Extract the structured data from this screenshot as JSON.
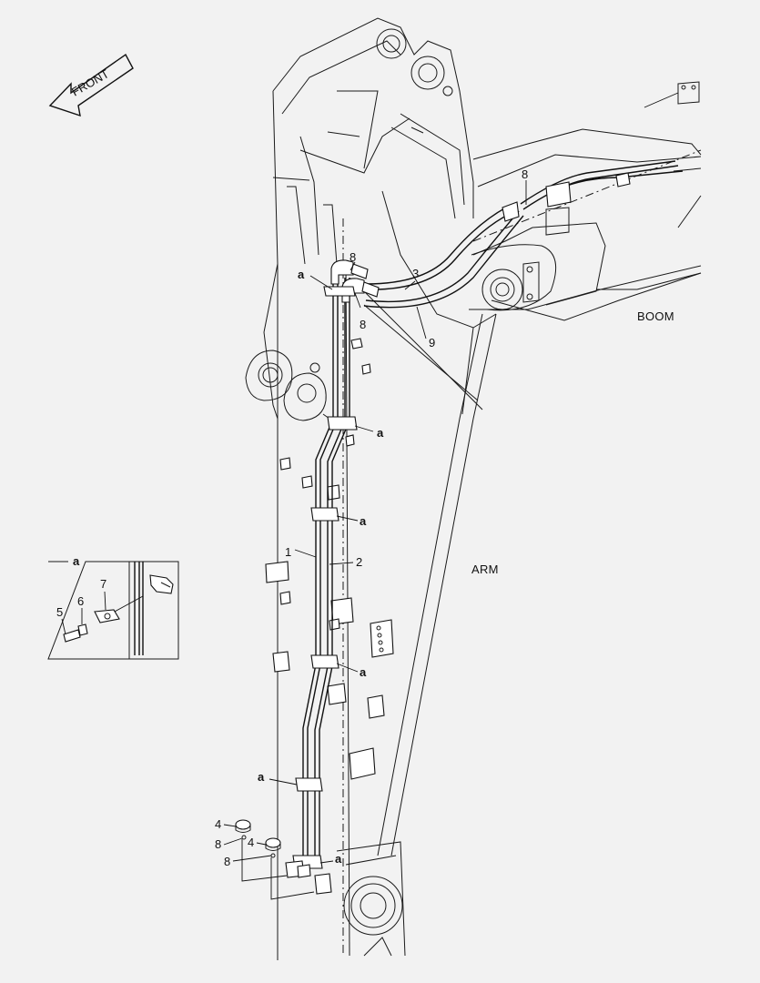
{
  "labels": {
    "front": "FRONT",
    "boom": "BOOM",
    "arm": "ARM",
    "detail_title": "a"
  },
  "callouts": {
    "c1": "1",
    "c2": "2",
    "c3": "3",
    "c4a": "4",
    "c4b": "4",
    "c5": "5",
    "c6": "6",
    "c7": "7",
    "c8a": "8",
    "c8b": "8",
    "c8c": "8",
    "c8d": "8",
    "c8e": "8",
    "c9": "9",
    "a1": "a",
    "a2": "a",
    "a3": "a",
    "a4": "a",
    "a5": "a",
    "a6": "a"
  }
}
